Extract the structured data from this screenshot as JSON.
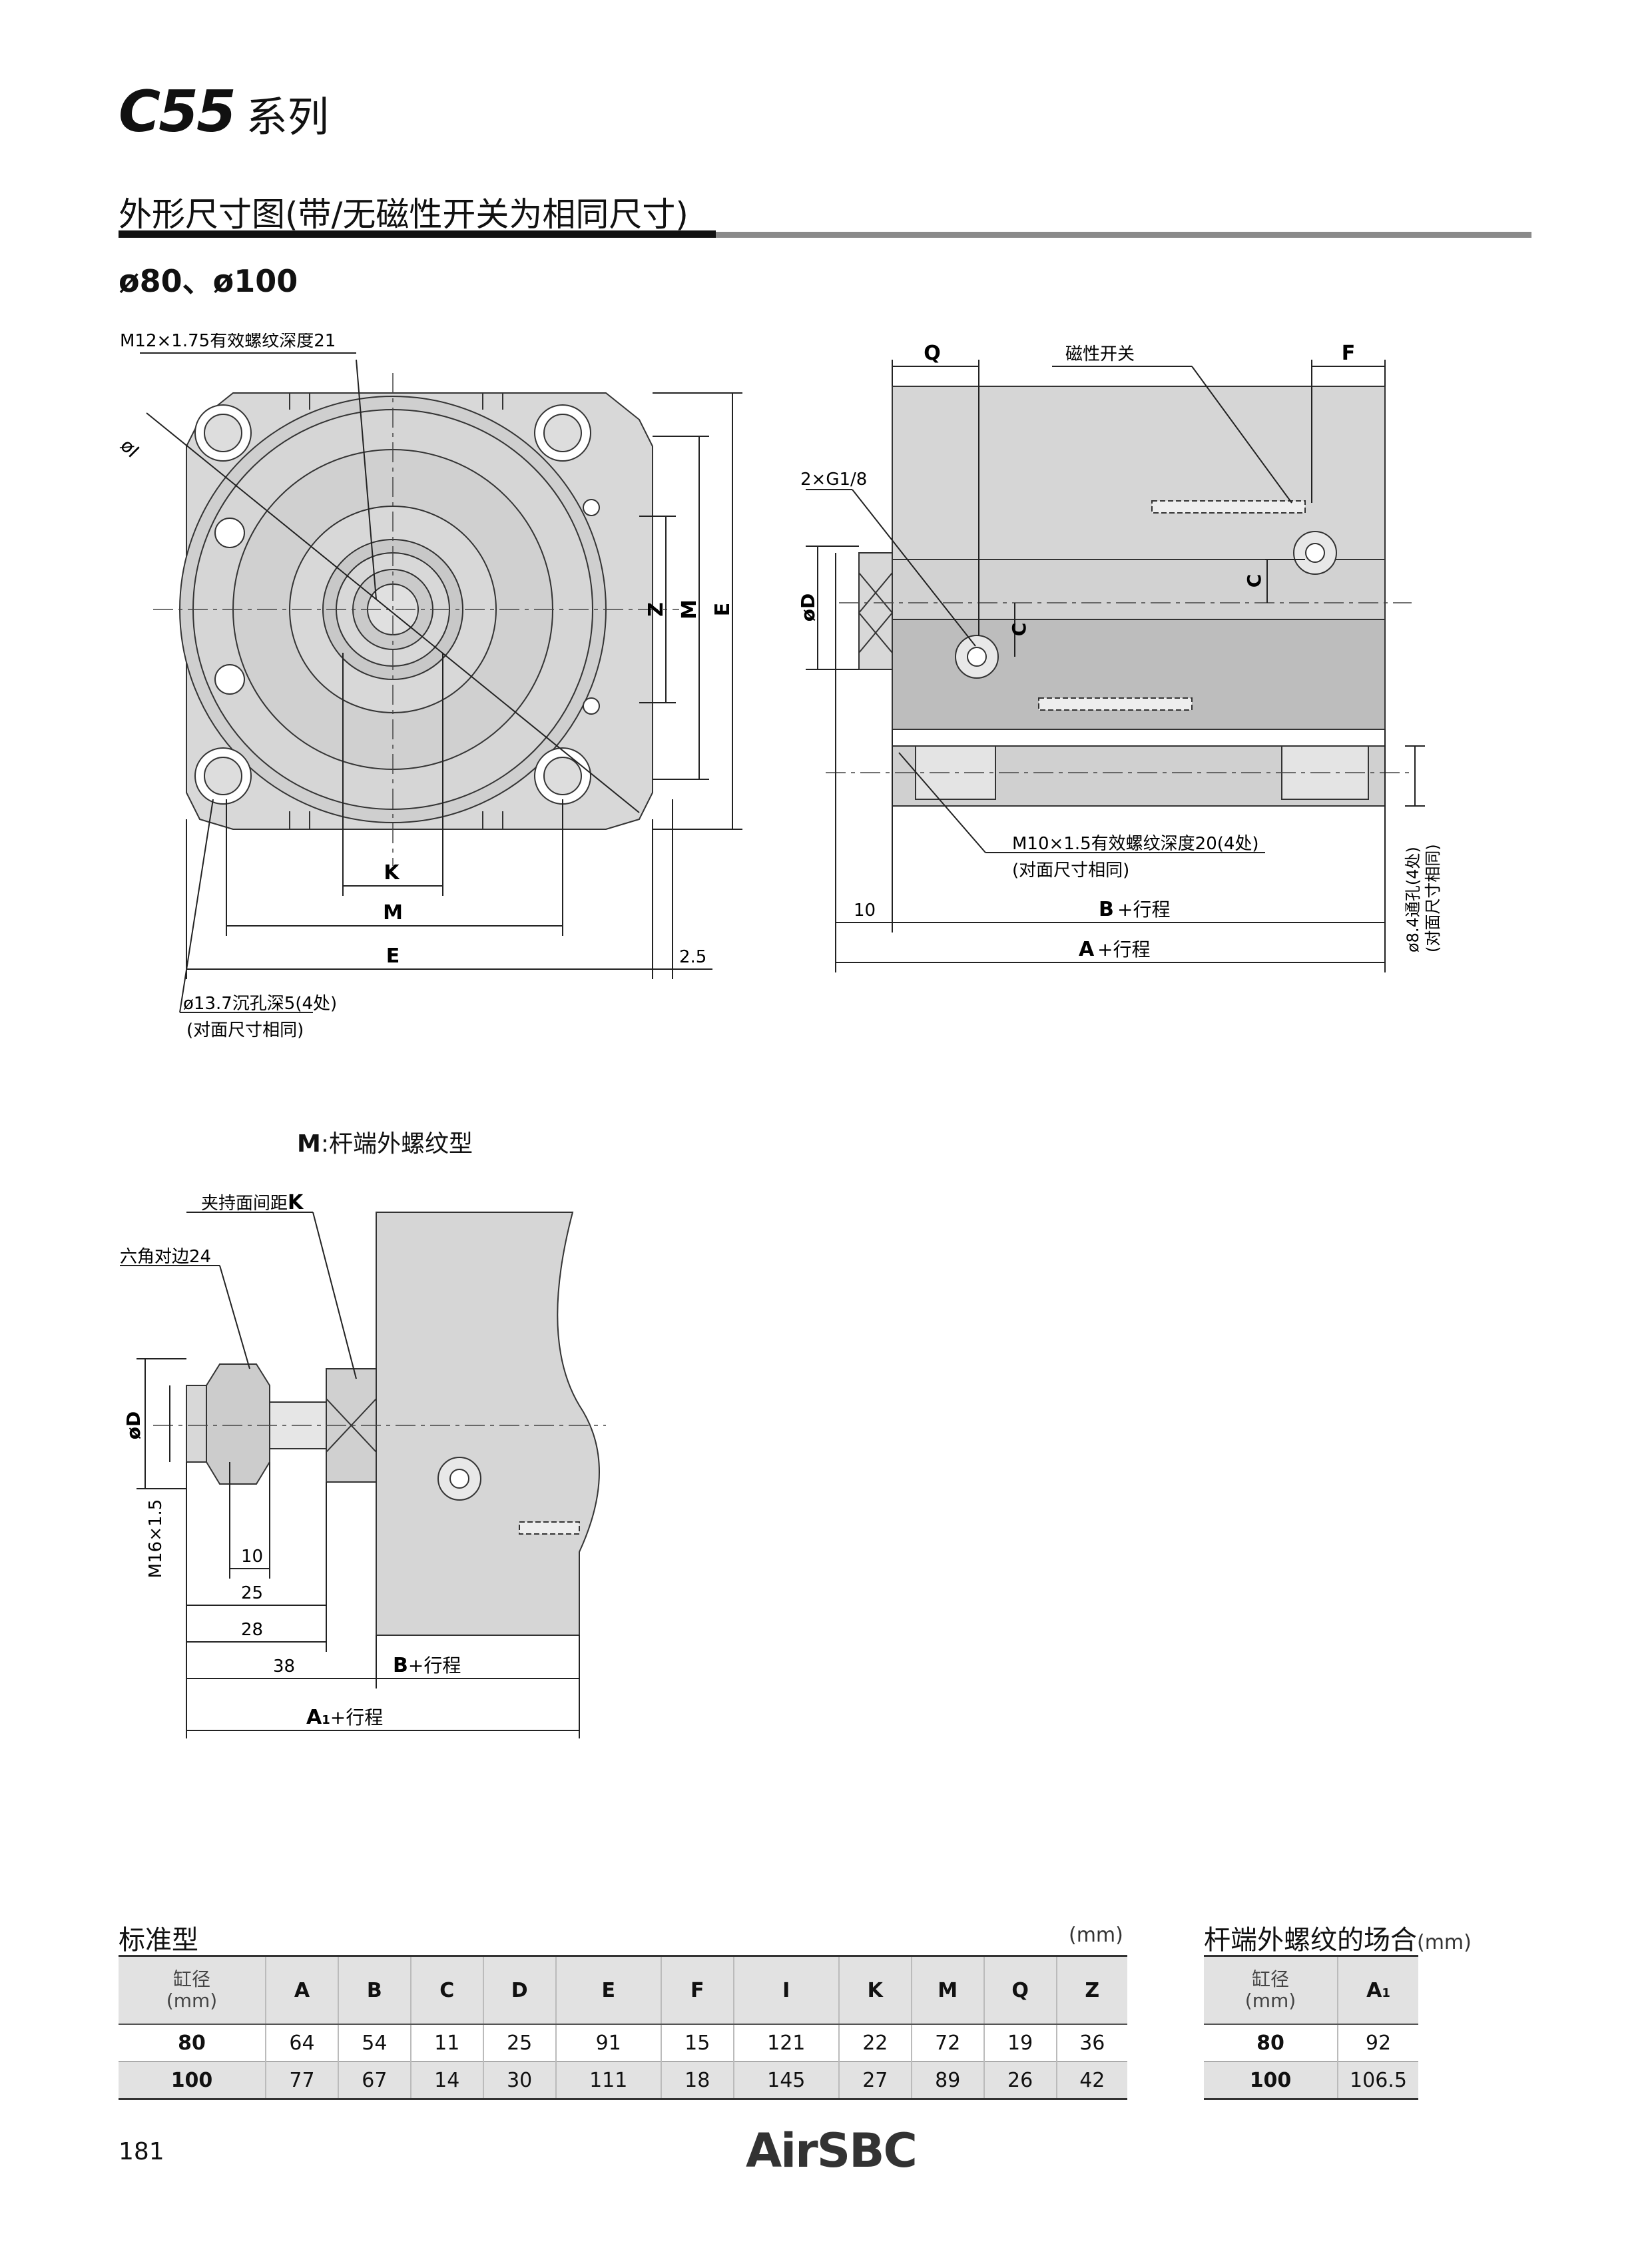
{
  "header": {
    "series_code": "C55",
    "series_suffix": "系列"
  },
  "section_title": "外形尺寸图(带/无磁性开关为相同尺寸)",
  "bore_title": "ø80、ø100",
  "front_view": {
    "thread_note": "M12×1.75有效螺纹深度21",
    "dim_I": "øI",
    "dim_K": "K",
    "dim_M": "M",
    "dim_E": "E",
    "dim_Z": "Z",
    "dim_M_v": "M",
    "dim_E_v": "E",
    "dim_2_5": "2.5",
    "counterbore_note": "ø13.7沉孔深5(4处)",
    "counterbore_note2": "(对面尺寸相同)"
  },
  "side_view": {
    "dim_Q": "Q",
    "switch_label": "磁性开关",
    "dim_F": "F",
    "port_note": "2×G1/8",
    "dim_D": "øD",
    "dim_C": "C",
    "dim_C2": "C",
    "thread_note": "M10×1.5有效螺纹深度20(4处)",
    "thread_note2": "(对面尺寸相同)",
    "dim_10": "10",
    "dim_B": "B",
    "dim_B_suffix": "+行程",
    "dim_A": "A",
    "dim_A_suffix": "+行程",
    "through_hole": "ø8.4通孔(4处)",
    "through_hole2": "(对面尺寸相同)"
  },
  "m_type": {
    "title_code": "M",
    "title_text": ":杆端外螺纹型",
    "clamp_label": "夹持面间距",
    "clamp_K": "K",
    "hex_label": "六角对边24",
    "dim_D": "øD",
    "thread": "M16×1.5",
    "dim_10": "10",
    "dim_25": "25",
    "dim_28": "28",
    "dim_38": "38",
    "dim_B": "B",
    "dim_B_suffix": "+行程",
    "dim_A1": "A",
    "dim_A1_sub": "1",
    "dim_A1_suffix": "+行程"
  },
  "standard_table": {
    "title": "标准型",
    "unit": "(mm)",
    "bore_header": [
      "缸径",
      "(mm)"
    ],
    "columns": [
      "A",
      "B",
      "C",
      "D",
      "E",
      "F",
      "I",
      "K",
      "M",
      "Q",
      "Z"
    ],
    "rows": [
      {
        "bore": "80",
        "values": [
          "64",
          "54",
          "11",
          "25",
          "91",
          "15",
          "121",
          "22",
          "72",
          "19",
          "36"
        ]
      },
      {
        "bore": "100",
        "values": [
          "77",
          "67",
          "14",
          "30",
          "111",
          "18",
          "145",
          "27",
          "89",
          "26",
          "42"
        ]
      }
    ]
  },
  "rod_table": {
    "title": "杆端外螺纹的场合",
    "unit": "(mm)",
    "bore_header": [
      "缸径",
      "(mm)"
    ],
    "col": "A",
    "col_sub": "1",
    "rows": [
      {
        "bore": "80",
        "value": "92"
      },
      {
        "bore": "100",
        "value": "106.5"
      }
    ]
  },
  "footer": {
    "page": "181",
    "logo": "AirSBC"
  }
}
